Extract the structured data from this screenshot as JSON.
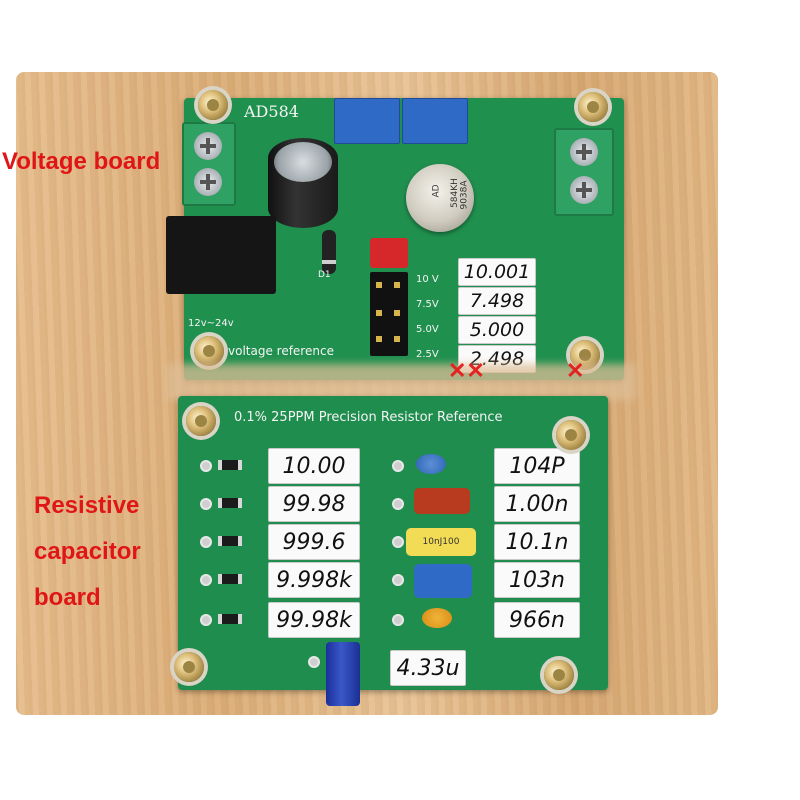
{
  "labels": {
    "voltage_board": "Voltage board",
    "resistive_line1": "Resistive",
    "resistive_line2": "capacitor",
    "resistive_line3": "board"
  },
  "top_board": {
    "chip_label": "AD584",
    "ic_marking": [
      "AD",
      "584KH",
      "9038A"
    ],
    "dc_input": "12v~24v",
    "title": "voltage reference",
    "diode_label": "D1",
    "taps": [
      {
        "label": "10 V",
        "value": "10.001"
      },
      {
        "label": "7.5V",
        "value": "7.498"
      },
      {
        "label": "5.0V",
        "value": "5.000"
      },
      {
        "label": "2.5V",
        "value": "2.498"
      }
    ]
  },
  "bottom_board": {
    "title": "0.1% 25PPM Precision Resistor Reference",
    "resistors": [
      "10.00",
      "99.98",
      "999.6",
      "9.998k",
      "99.98k"
    ],
    "capacitors": [
      "104P",
      "1.00n",
      "10.1n",
      "103n",
      "966n"
    ],
    "electrolytic": "4.33u",
    "film_cap_marking": "10nJ100"
  },
  "colors": {
    "label_red": "#e01616",
    "pcb_green": "#1e8a4c"
  }
}
